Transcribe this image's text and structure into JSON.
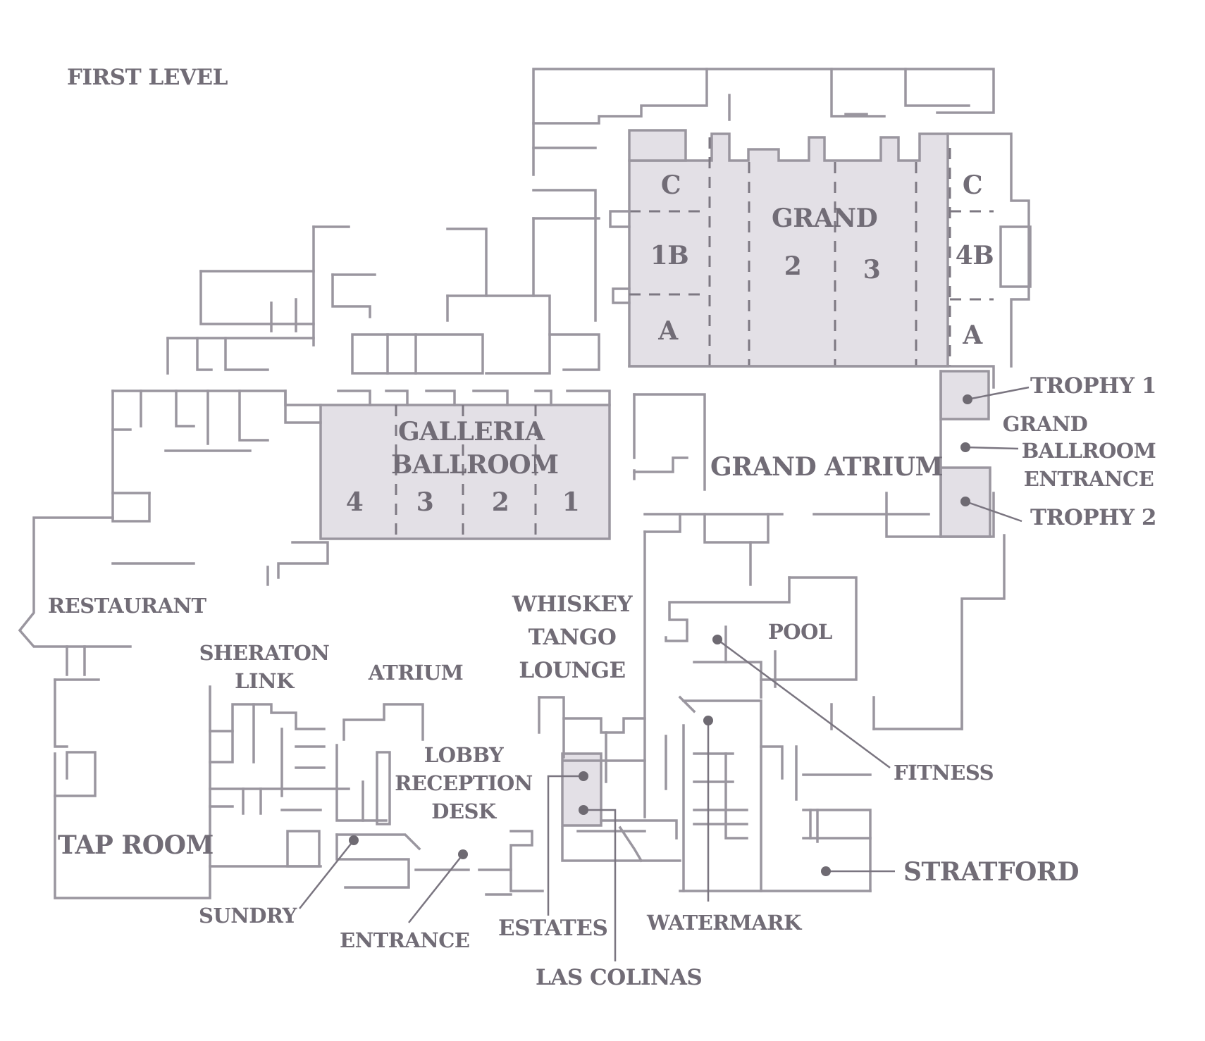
{
  "map": {
    "level_title": "FIRST LEVEL",
    "colors": {
      "wall": "#9a969f",
      "room_fill": "#e3e0e6",
      "text": "#716c76",
      "background": "#ffffff"
    },
    "grand": {
      "name": "GRAND",
      "sections": [
        "C",
        "1B",
        "A",
        "2",
        "3",
        "C",
        "4B",
        "A"
      ]
    },
    "galleria": {
      "name_line1": "GALLERIA",
      "name_line2": "BALLROOM",
      "sections": [
        "4",
        "3",
        "2",
        "1"
      ]
    },
    "labels": {
      "grand_atrium": "GRAND ATRIUM",
      "trophy1": "TROPHY 1",
      "gbe_line1": "GRAND",
      "gbe_line2": "BALLROOM",
      "gbe_line3": "ENTRANCE",
      "trophy2": "TROPHY 2",
      "restaurant": "RESTAURANT",
      "whiskey1": "WHISKEY",
      "whiskey2": "TANGO",
      "whiskey3": "LOUNGE",
      "pool": "POOL",
      "sheraton1": "SHERATON",
      "sheraton2": "LINK",
      "atrium": "ATRIUM",
      "lobby1": "LOBBY",
      "lobby2": "RECEPTION",
      "lobby3": "DESK",
      "fitness": "FITNESS",
      "tap_room": "TAP ROOM",
      "stratford": "STRATFORD",
      "sundry": "SUNDRY",
      "entrance": "ENTRANCE",
      "estates": "ESTATES",
      "watermark": "WATERMARK",
      "las_colinas": "LAS COLINAS"
    }
  }
}
